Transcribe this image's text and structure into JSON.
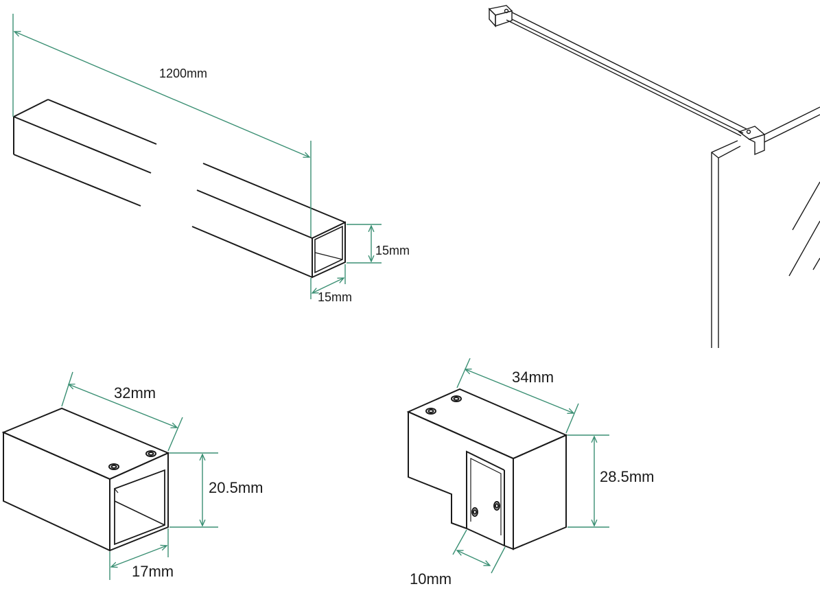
{
  "colors": {
    "outline": "#1a1a1a",
    "dimension": "#3a8f73",
    "background": "#ffffff"
  },
  "tube": {
    "length_label": "1200mm",
    "height_label": "15mm",
    "width_label": "15mm"
  },
  "end_cap": {
    "length_label": "32mm",
    "height_label": "20.5mm",
    "width_label": "17mm"
  },
  "wall_bracket": {
    "length_label": "34mm",
    "height_label": "28.5mm",
    "width_label": "10mm"
  }
}
